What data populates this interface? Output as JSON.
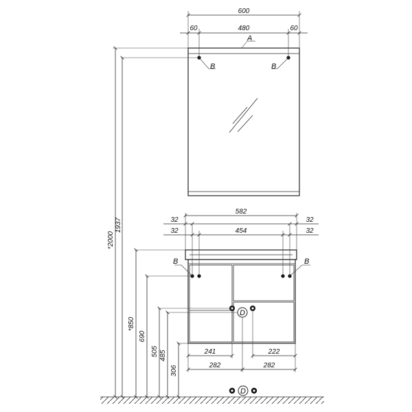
{
  "mirror": {
    "overall_width": "600",
    "edge_left": "60",
    "span": "480",
    "edge_right": "60",
    "label_a": "A",
    "label_b_left": "B",
    "label_b_right": "B"
  },
  "cabinet": {
    "overall_width": "582",
    "inset_top_left": "32",
    "inset_top_right": "32",
    "inset_bottom_left": "32",
    "span": "454",
    "inset_bottom_right": "32",
    "label_b_left": "B",
    "label_b_right": "B",
    "label_d": "D",
    "bottom_left_1": "241",
    "bottom_right_1": "222",
    "bottom_left_2": "282",
    "bottom_right_2": "282"
  },
  "heights": {
    "h_2000": "*2000",
    "h_1937": "1937",
    "h_850": "*850",
    "h_690": "690",
    "h_505": "505",
    "h_485": "485",
    "h_306": "306"
  },
  "floor": {
    "label_d": "D"
  }
}
